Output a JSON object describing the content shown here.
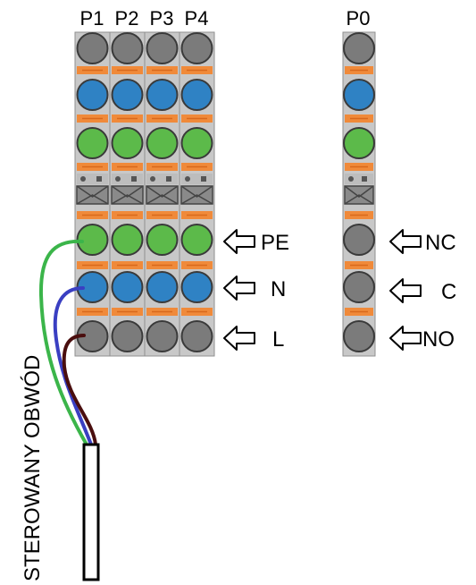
{
  "headers": {
    "p1": "P1",
    "p2": "P2",
    "p3": "P3",
    "p4": "P4",
    "p0": "P0"
  },
  "terminals_left": {
    "pe": "PE",
    "n": "N",
    "l": "L"
  },
  "terminals_right": {
    "nc": "NC",
    "c": "C",
    "no": "NO"
  },
  "cable_label": "STEROWANY OBWÓD",
  "colors": {
    "housing": "#c8c8c8",
    "lever": "#f08a3a",
    "gray_contact": "#7b7b7b",
    "blue_contact": "#2f82c4",
    "green_contact": "#5cba4a",
    "wire_green": "#3bb54a",
    "wire_blue": "#3a3fc2",
    "wire_brown": "#4a0e0e"
  }
}
